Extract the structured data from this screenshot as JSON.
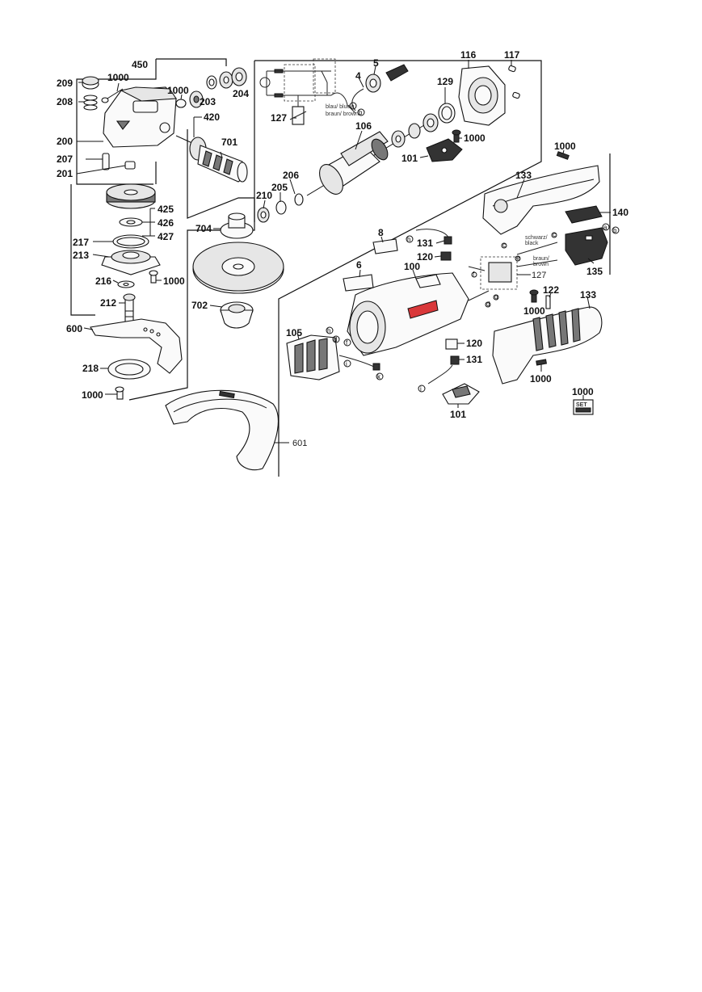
{
  "labels": {
    "p450": "450",
    "p209": "209",
    "p1000a": "1000",
    "p208": "208",
    "p200": "200",
    "p207": "207",
    "p201": "201",
    "p1000b": "1000",
    "p203": "203",
    "p204": "204",
    "p420": "420",
    "p701": "701",
    "p425": "425",
    "p426": "426",
    "p427": "427",
    "p217": "217",
    "p213": "213",
    "p216": "216",
    "p1000c": "1000",
    "p212": "212",
    "p600": "600",
    "p218": "218",
    "p1000d": "1000",
    "p601": "601",
    "p704": "704",
    "p702": "702",
    "p127a": "127",
    "p4": "4",
    "p5": "5",
    "p106": "106",
    "p116": "116",
    "p117": "117",
    "p129": "129",
    "p1000e": "1000",
    "p101a": "101",
    "p206": "206",
    "p205": "205",
    "p210": "210",
    "p1000f": "1000",
    "p133a": "133",
    "p140": "140",
    "p8": "8",
    "p131a": "131",
    "p120a": "120",
    "p6": "6",
    "p100": "100",
    "p135": "135",
    "p127b": "127",
    "p122": "122",
    "p1000g": "1000",
    "p133b": "133",
    "p105": "105",
    "p120b": "120",
    "p131b": "131",
    "p1000h": "1000",
    "p101b": "101",
    "p1000i": "1000",
    "set": "SET"
  },
  "wires": {
    "blau": "blau/ blue",
    "braun": "braun/ brown",
    "schwarz": "schwarz/",
    "black": "black",
    "braun2": "braun/",
    "brown2": "brown"
  },
  "letters": {
    "a1": "a",
    "b1": "b",
    "a2": "a",
    "b2": "b",
    "h1": "h",
    "h2": "h",
    "d1": "d",
    "f1": "f",
    "i1": "i",
    "k1": "k",
    "i2": "i",
    "c1": "c",
    "c2": "c",
    "e1": "e",
    "f2": "f",
    "d2": "d",
    "g1": "g"
  },
  "colors": {
    "line": "#111111",
    "accent": "#d9383a"
  }
}
